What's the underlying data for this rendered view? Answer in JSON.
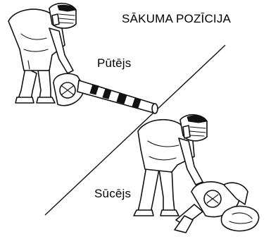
{
  "page": {
    "title": "SĀKUMA POZĪCIJA",
    "blower_label": "Pūtējs",
    "vacuum_label": "Sūcējs"
  }
}
